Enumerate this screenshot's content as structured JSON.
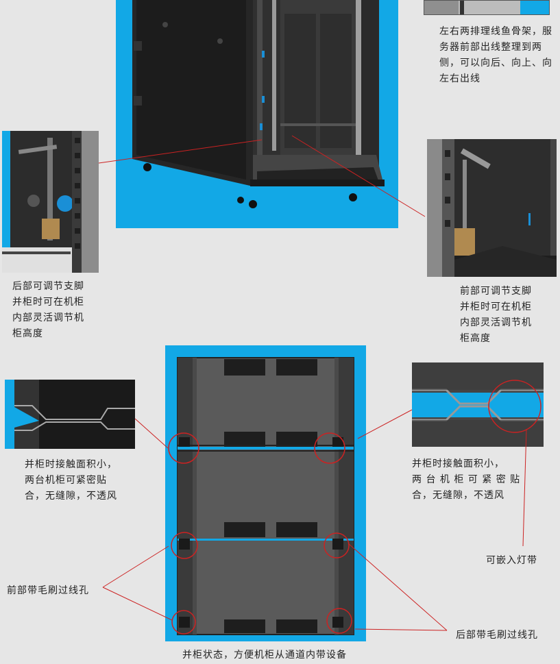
{
  "captions": {
    "top_right": "左右两排理线鱼骨架，服\n务器前部出线整理到两\n侧，可以向后、向上、向\n左右出线",
    "rear_foot": "后部可调节支脚\n并柜时可在机柜\n内部灵活调节机\n柜高度",
    "front_foot": "前部可调节支脚\n并柜时可在机柜\n内部灵活调节机\n柜高度",
    "contact_left": "并柜时接触面积小，\n两台机柜可紧密贴\n合，无缝隙，不透风",
    "contact_right": "并柜时接触面积小，\n两 台 机 柜 可 紧 密 贴\n合，无缝隙，不透风",
    "light_strip": "可嵌入灯带",
    "front_brush": "前部带毛刷过线孔",
    "rear_brush": "后部带毛刷过线孔",
    "bottom": "并柜状态，方便机柜从通道内带设备"
  },
  "colors": {
    "sky_blue": "#12a8e6",
    "cabinet_black": "#2b2b2b",
    "leader_red": "#cc2222",
    "page_bg": "#e6e6e6"
  }
}
